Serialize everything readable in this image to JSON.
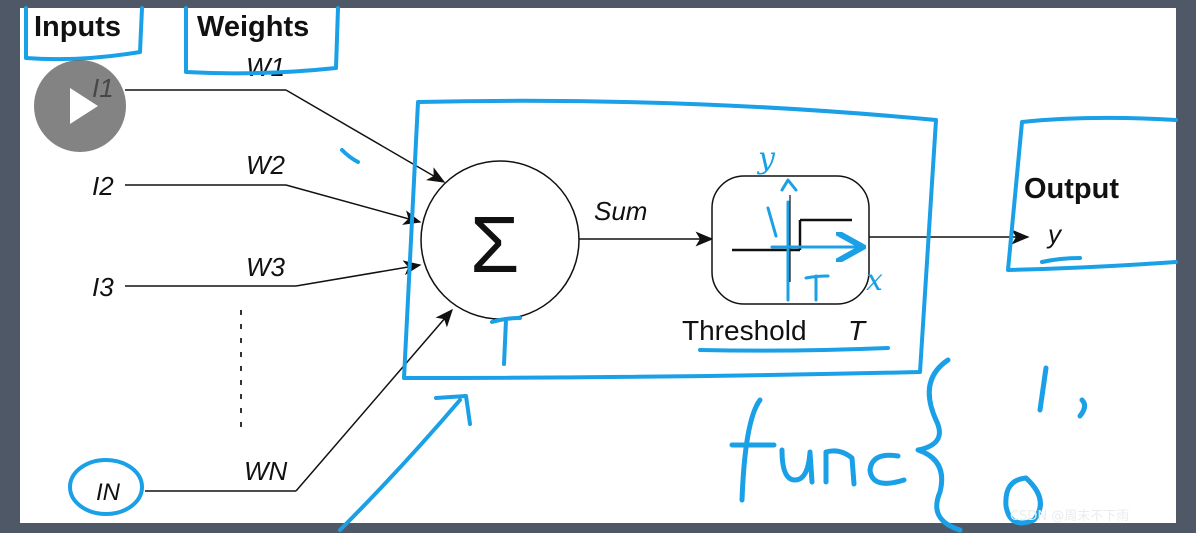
{
  "labels": {
    "inputs": "Inputs",
    "weights": "Weights",
    "output": "Output",
    "output_var": "y",
    "sum": "Sum",
    "sigma": "Σ",
    "threshold_word": "Threshold",
    "threshold_var": "T"
  },
  "inputs": [
    "I1",
    "I2",
    "I3",
    "IN"
  ],
  "weights": [
    "W1",
    "W2",
    "W3",
    "WN"
  ],
  "annotations": {
    "axis_y": "y",
    "axis_x": "x",
    "axis_T": "T",
    "bias_T": "T",
    "func": "func",
    "one": "1,",
    "zero": "0,"
  },
  "watermark": "CSDN @周末不下雨",
  "colors": {
    "annotation": "#1aa0e6",
    "ink": "#111111"
  },
  "play_icon": "play-icon"
}
